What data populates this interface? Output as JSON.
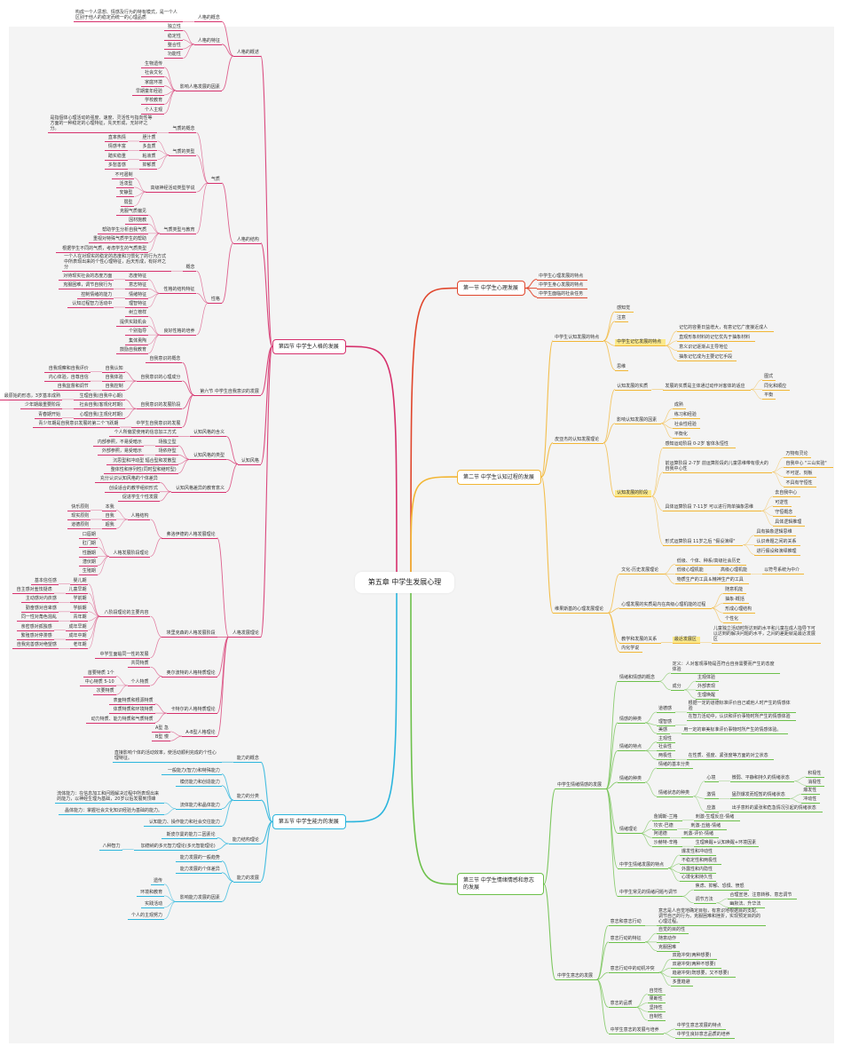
{
  "title": "第五章 中学生发展心理",
  "highlight_color": "#fbe98a",
  "sections": [
    {
      "label": "第四节 中学生人格的发展",
      "side": "left",
      "color": "#d6306c",
      "children": [
        {
          "label": "人格的概述",
          "children": [
            {
              "label": "人格的概念",
              "children": [
                "构成一个人思想、情感及行为的特有模式，是一个人区别于他人的稳定而统一的心理品质"
              ]
            },
            {
              "label": "人格的特征",
              "children": [
                "独立性",
                "稳定性",
                "整合性",
                "功能性"
              ]
            },
            {
              "label": "影响人格发展的因素",
              "children": [
                "生物遗传",
                "社会文化",
                "家庭环境",
                "早期童年经验",
                "学校教育",
                "个人主观"
              ]
            }
          ]
        },
        {
          "label": "人格的结构",
          "children": [
            {
              "label": "气质",
              "children": [
                {
                  "label": "气质的概念",
                  "children": [
                    "是指個体心理活动的强度、速度、灵活性与指向性等方面的一种稳定的心理特征，先天形成，无好坏之分。"
                  ]
                },
                {
                  "label": "气质的类型",
                  "children": [
                    {
                      "label": "胆汁质",
                      "children": [
                        "直率热情"
                      ]
                    },
                    {
                      "label": "多血质",
                      "children": [
                        "情感丰富"
                      ]
                    },
                    {
                      "label": "粘液质",
                      "children": [
                        "踏实稳重"
                      ]
                    },
                    {
                      "label": "抑郁质",
                      "children": [
                        "多愁善感"
                      ]
                    }
                  ]
                },
                {
                  "label": "高级神经活动类型学说",
                  "children": [
                    "不可遏制",
                    "活泼型",
                    "安静型",
                    "弱型"
                  ]
                },
                {
                  "label": "气质类型与教育",
                  "children": [
                    "克服气质偏见",
                    "因材施教",
                    "帮助学生分析自我气质",
                    "重视对特殊气质学生的帮助",
                    "根据学生不同的气质，考虑学生的气质类型"
                  ]
                }
              ]
            },
            {
              "label": "性格",
              "children": [
                {
                  "label": "概念",
                  "children": [
                    "一个人在对现实的稳定的态度和习惯化了的行为方式中所表现出来的个性心理特征，后天形成，有好坏之分"
                  ]
                },
                {
                  "label": "性格的结构特征",
                  "children": [
                    {
                      "label": "态度特征",
                      "children": [
                        "对待现实社会的态度方面"
                      ]
                    },
                    {
                      "label": "意志特征",
                      "children": [
                        "克服困难，调节自我行为"
                      ]
                    },
                    {
                      "label": "情绪特征",
                      "children": [
                        "控制情绪的能力"
                      ]
                    },
                    {
                      "label": "理智特征",
                      "children": [
                        "认知过程智力活动中"
                      ]
                    }
                  ]
                },
                {
                  "label": "良好性格的培养",
                  "children": [
                    "树立榜样",
                    "提供实践机会",
                    "个别指导",
                    "集体熏陶",
                    "鼓励自我教育"
                  ]
                }
              ]
            }
          ]
        },
        {
          "label": "第六节 中学生自我意识的发展",
          "children": [
            "自我意识的概念",
            {
              "label": "自我意识的心理成分",
              "children": [
                {
                  "label": "自我认知",
                  "children": [
                    "自我观察和自我评价"
                  ]
                },
                {
                  "label": "自我体验",
                  "children": [
                    "内心体验，自尊自信"
                  ]
                },
                {
                  "label": "自我控制",
                  "children": [
                    "自我监督和调节"
                  ]
                }
              ]
            },
            {
              "label": "自我意识的发展阶段",
              "children": [
                {
                  "label": "生理自我(自我中心期)",
                  "children": [
                    "最原始的形态，3岁基本成熟"
                  ]
                },
                {
                  "label": "社会自我(客观化时期)",
                  "children": [
                    "少年期最重要阶段"
                  ]
                },
                {
                  "label": "心理自我(主观化时期)",
                  "children": [
                    "青春期开始"
                  ]
                }
              ]
            },
            {
              "label": "中学生自我意识的发展",
              "children": [
                "青少年期是自我意识发展的第二个飞跃期"
              ]
            }
          ]
        },
        {
          "label": "认知风格",
          "children": [
            {
              "label": "认知风格的含义",
              "children": [
                "个人所偏爱使用的信息加工方式"
              ]
            },
            {
              "label": "认知风格的类型",
              "children": [
                {
                  "label": "场独立型",
                  "children": [
                    "内部参照，不易受暗示"
                  ]
                },
                {
                  "label": "场依存型",
                  "children": [
                    "外部参照，易受暗示"
                  ]
                },
                "沉思型和冲动型 辐合型和发散型",
                "整体性和序列性(同时型和继时型)"
              ]
            },
            {
              "label": "认知风格差异的教育意义",
              "children": [
                "充分认识认知风格的个体差异",
                "创设适合的教学组织形式",
                "促进学生个性发展"
              ]
            }
          ]
        },
        {
          "label": "人格发展理论",
          "children": [
            {
              "label": "弗洛伊德的人格发展理论",
              "children": [
                {
                  "label": "人格结构",
                  "children": [
                    {
                      "label": "本我",
                      "children": [
                        "快乐原则"
                      ]
                    },
                    {
                      "label": "自我",
                      "children": [
                        "现实原则"
                      ]
                    },
                    {
                      "label": "超我",
                      "children": [
                        "道德原则"
                      ]
                    }
                  ]
                },
                {
                  "label": "人格发展阶段理论",
                  "children": [
                    "口唇期",
                    "肛门期",
                    "性器期",
                    "潜伏期",
                    "生殖期"
                  ]
                }
              ]
            },
            {
              "label": "埃里克森的人格发展阶段",
              "children": [
                {
                  "label": "八阶段理论的主要内容",
                  "children": [
                    {
                      "label": "婴儿期",
                      "children": [
                        "基本信任感"
                      ]
                    },
                    {
                      "label": "儿童早期",
                      "children": [
                        "自主感对羞怯疑虑"
                      ]
                    },
                    {
                      "label": "学前期",
                      "children": [
                        "主动感对内疚感"
                      ]
                    },
                    {
                      "label": "学龄期",
                      "children": [
                        "勤奋感对自卑感"
                      ]
                    },
                    {
                      "label": "青年期",
                      "children": [
                        "同一性对角色混乱"
                      ]
                    },
                    {
                      "label": "成年早期",
                      "children": [
                        "亲密感对孤独感"
                      ]
                    },
                    {
                      "label": "成年中期",
                      "children": [
                        "繁殖感对停滞感"
                      ]
                    },
                    {
                      "label": "老年期",
                      "children": [
                        "自我完善感对绝望感"
                      ]
                    }
                  ]
                },
                "中学生面临同一性的发展"
              ]
            },
            {
              "label": "奥尔波特的人格特质理论",
              "children": [
                "共同特质",
                {
                  "label": "个人特质",
                  "children": [
                    "首要特质 1个",
                    "中心特质 5-10",
                    "次要特质"
                  ]
                }
              ]
            },
            {
              "label": "卡特尔的人格特质理论",
              "children": [
                "表面特质和根源特质",
                "体质特质和环境特质",
                "动力特质、能力特质和气质特质"
              ]
            },
            {
              "label": "A-B型人格理论",
              "children": [
                "A型 急",
                "B型 慢"
              ]
            }
          ]
        }
      ]
    },
    {
      "label": "第五节 中学生能力的发展",
      "side": "left",
      "color": "#2bb5dd",
      "children": [
        {
          "label": "能力的概念",
          "children": [
            "直接影响个体的活动效率，使活动顺利完成的个性心理特征。"
          ]
        },
        {
          "label": "能力的分类",
          "children": [
            "一般能力(智力)和特殊能力",
            "模仿能力和创造能力",
            {
              "label": "流体能力和晶体能力",
              "children": [
                "流体能力：在信息加工和问题解决过程中所表现出来的能力，以神经生理为基础，20岁以后发展到顶峰",
                "晶体能力：掌握社会文化知识经验为基础的能力。"
              ]
            },
            "认知能力、操作能力和社会交往能力"
          ]
        },
        {
          "label": "能力结构理论",
          "children": [
            "斯皮尔曼的能力二因素论",
            {
              "label": "加德纳的多元智力理论(多元智能理论)",
              "children": [
                "八种智力"
              ]
            }
          ]
        },
        {
          "label": "能力的发展",
          "children": [
            "能力发展的一般趋势",
            "能力发展的个体差异",
            {
              "label": "影响能力发展的因素",
              "children": [
                "遗传",
                "环境和教育",
                "实践活动",
                "个人的主观努力"
              ]
            }
          ]
        }
      ]
    },
    {
      "label": "第一节 中学生心理发展",
      "side": "right",
      "color": "#e0452b",
      "children": [
        "中学生心理发展的特点",
        "中学生身心发展的特点",
        "中学生面临的社会任务"
      ]
    },
    {
      "label": "第二节 中学生认知过程的发展",
      "side": "right",
      "color": "#f2b634",
      "children": [
        {
          "label": "中学生认知发展的特点",
          "children": [
            "感知觉",
            "注意",
            {
              "label": "中学生记忆发展的特点",
              "highlight": true,
              "children": [
                "记忆的容量日益增大，有意记忆广度接近成人",
                "直观形象材料的记忆优先于抽象材料",
                "意义识记逐渐占主导地位",
                "抽象记忆成为主要记忆手段"
              ]
            },
            "思维"
          ]
        },
        {
          "label": "皮亚杰的认知发展理论",
          "children": [
            {
              "label": "认知发展的实质",
              "children": [
                {
                  "label": "发展的实质是主体通过动作对客体的适应",
                  "children": [
                    "图式",
                    "同化和顺应",
                    "平衡"
                  ]
                }
              ]
            },
            {
              "label": "影响认知发展的因素",
              "children": [
                "成熟",
                "练习和经验",
                "社会性经验",
                "平衡化"
              ]
            },
            {
              "label": "认知发展的阶段",
              "highlight": true,
              "children": [
                "感知运动阶段 0-2岁 客体永恒性",
                {
                  "label": "前运算阶段 2-7岁 前运算阶段的儿童思维带有很大的自我中心性",
                  "children": [
                    "万物有灵论",
                    "自我中心 \"三山实验\"",
                    "不可逆、刻板",
                    "不具有守恒性"
                  ]
                },
                {
                  "label": "具体运算阶段 7-11岁 可以进行简单抽象思维",
                  "children": [
                    "去自我中心",
                    "可逆性",
                    "守恒概念",
                    "具体逻辑推理"
                  ]
                },
                {
                  "label": "形式运算阶段 11岁之后 \"假设演绎\"",
                  "children": [
                    "具有抽象逻辑思维",
                    "认识命题之间的关系",
                    "进行假设和演绎推理"
                  ]
                }
              ]
            }
          ]
        },
        {
          "label": "维果斯基的心理发展理论",
          "children": [
            {
              "label": "文化-历史发展理论",
              "children": [
                "低级、个体、种系/高级社会历史",
                {
                  "label": "低级心理机能",
                  "children": [
                    {
                      "label": "高级心理机能",
                      "children": [
                        "以符号系统为中介"
                      ]
                    }
                  ]
                },
                "物质生产的工具＆精神生产的工具"
              ]
            },
            {
              "label": "心理发展的实质是内在高级心理机能的过程",
              "children": [
                "随意机能",
                "抽象-概括",
                "形成心理结构",
                "个性化"
              ]
            },
            {
              "label": "教学和发展的关系",
              "children": [
                {
                  "label": "最近发展区",
                  "highlight": true,
                  "children": [
                    "儿童独立活动时所达到的水平和儿童在成人指导下可以达到的解决问题的水平，之间的差距就是最近发展区"
                  ]
                }
              ]
            },
            "内化学说"
          ]
        }
      ]
    },
    {
      "label": "第三节 中学生情绪情感和意志的发展",
      "side": "right",
      "color": "#6cc04a",
      "children": [
        {
          "label": "中学生情绪情感的发展",
          "children": [
            {
              "label": "情绪和情感的概念",
              "children": [
                "定义：人对客观事物是否符合自身需要而产生的态度体验",
                {
                  "label": "成分",
                  "children": [
                    "主观体验",
                    "外部表现",
                    "生理唤醒"
                  ]
                }
              ]
            },
            {
              "label": "情感的种类",
              "children": [
                {
                  "label": "道德感",
                  "children": [
                    "根据一定的道德标准评价自己或他人时产生的情感体验"
                  ]
                },
                {
                  "label": "理智感",
                  "children": [
                    "在智力活动中，认识和评价事物时所产生的情感体验"
                  ]
                },
                {
                  "label": "美感",
                  "children": [
                    "用一定的审美标准评价事物时所产生的情感体验。"
                  ]
                }
              ]
            },
            {
              "label": "情绪的特点",
              "children": [
                "主观性",
                "社会性",
                {
                  "label": "两极性",
                  "children": [
                    "在性质、强度、紧张度等方面的对立状态"
                  ]
                }
              ]
            },
            {
              "label": "情绪的种类",
              "children": [
                "情绪的基本分类",
                {
                  "label": "情绪状态的种类",
                  "children": [
                    {
                      "label": "心境",
                      "children": [
                        {
                          "label": "微弱、平静和持久的情绪状态",
                          "children": [
                            "积极性",
                            "消极性"
                          ]
                        }
                      ]
                    },
                    {
                      "label": "激情",
                      "children": [
                        {
                          "label": "猛烈爆发而短暂的情绪状态",
                          "children": [
                            "爆发性",
                            "冲动性"
                          ]
                        }
                      ]
                    },
                    {
                      "label": "应激",
                      "children": [
                        "出乎意料的紧张和危急情况引起的情绪状态"
                      ]
                    }
                  ]
                }
              ]
            },
            {
              "label": "情绪理论",
              "children": [
                {
                  "label": "詹姆斯-兰格",
                  "children": [
                    "刺激-生理反应-情绪"
                  ]
                },
                {
                  "label": "坎农-巴德",
                  "children": [
                    "刺激-丘脑-情绪"
                  ]
                },
                {
                  "label": "阿诺德",
                  "children": [
                    "刺激-评价-情绪"
                  ]
                },
                {
                  "label": "沙赫特-辛格",
                  "children": [
                    "生理唤醒+认知唤醒+环境因素"
                  ]
                }
              ]
            },
            {
              "label": "中学生情绪发展的特点",
              "children": [
                "爆发性和冲动性",
                "不稳定性和两极性",
                "外露性和内隐性",
                "心境化和持久性"
              ]
            },
            {
              "label": "中学生常见的情绪问题与调节",
              "children": [
                "焦虑、抑郁、恐惧、愤怒",
                {
                  "label": "调节方法",
                  "children": [
                    "合理宣泄、注意转移、意志调节",
                    "幽默法、升华法"
                  ]
                }
              ]
            }
          ]
        },
        {
          "label": "中学生意志的发展",
          "children": [
            {
              "label": "意志和意志行动",
              "children": [
                "意志是人自觉地确定目标，有意识地根据目的支配、调节自己的行为，克服困难和挫折，实现预定目的的心理过程。"
              ]
            },
            {
              "label": "意志行动的特征",
              "children": [
                "自觉的目的性",
                "随意动作",
                "克服困难"
              ]
            },
            {
              "label": "意志行动中的动机冲突",
              "children": [
                "双趋冲突(两种想要)",
                "双避冲突(两种不想要)",
                "趋避冲突(既想要，又不想要)",
                "多重趋避"
              ]
            },
            {
              "label": "意志的品质",
              "children": [
                "自觉性",
                "果断性",
                "坚持性",
                "自制性"
              ]
            },
            {
              "label": "中学生意志的发展与培养",
              "children": [
                "中学生意志发展的特点",
                "中学生良好意志品质的培养"
              ]
            }
          ]
        }
      ]
    }
  ]
}
